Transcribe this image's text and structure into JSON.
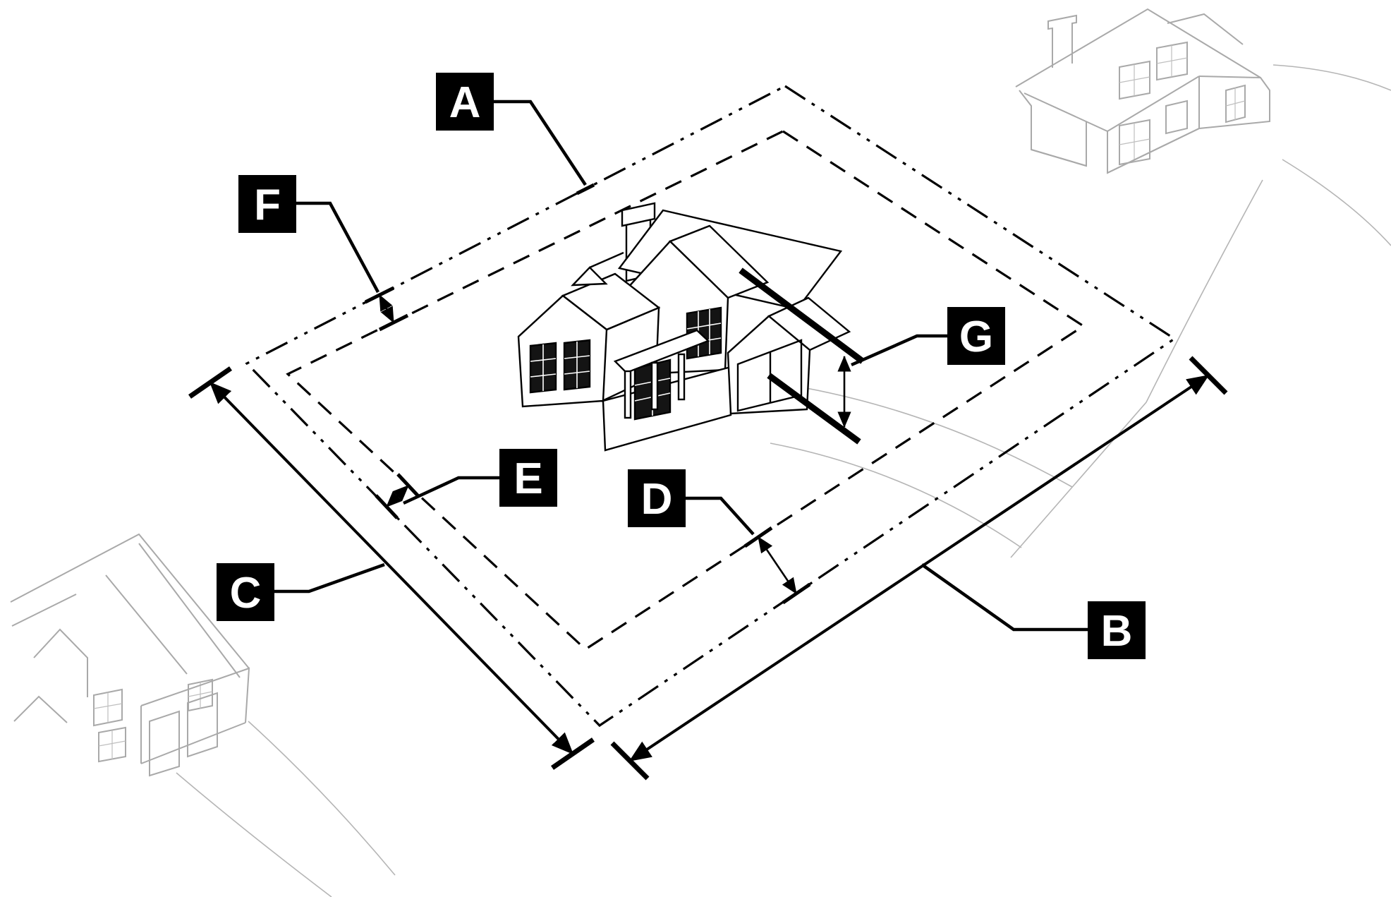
{
  "figure": {
    "background": "#ffffff",
    "ink_color": "#000000",
    "ghost_color": "#a9a9a9",
    "callout_style": {
      "bg": "#000000",
      "fg": "#ffffff"
    },
    "callouts": [
      {
        "id": "A",
        "letter": "A"
      },
      {
        "id": "B",
        "letter": "B"
      },
      {
        "id": "C",
        "letter": "C"
      },
      {
        "id": "D",
        "letter": "D"
      },
      {
        "id": "E",
        "letter": "E"
      },
      {
        "id": "F",
        "letter": "F"
      },
      {
        "id": "G",
        "letter": "G"
      }
    ]
  }
}
